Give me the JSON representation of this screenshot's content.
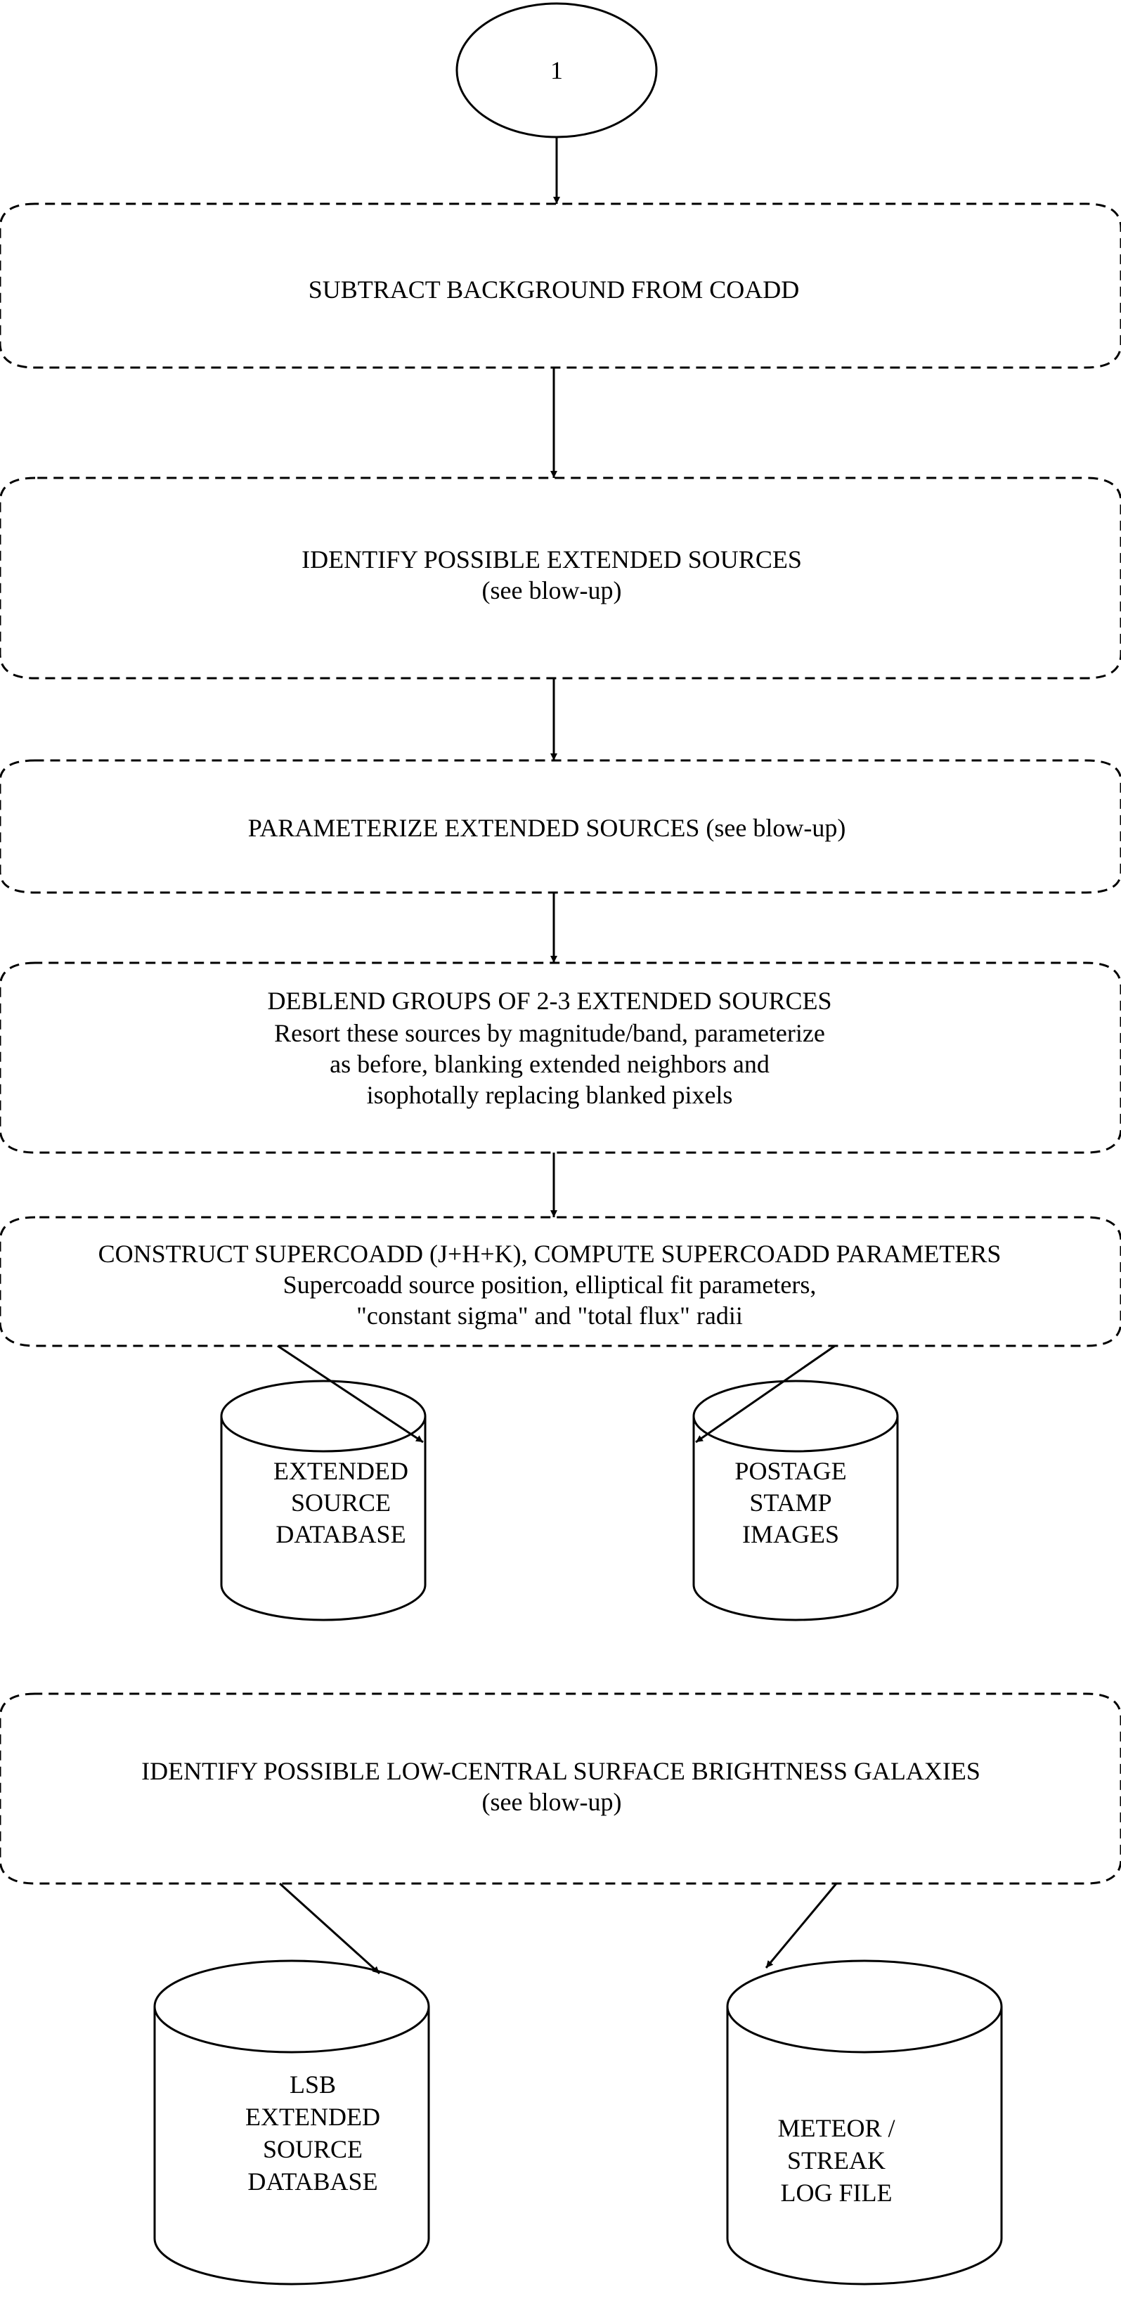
{
  "start_node": {
    "label": "1"
  },
  "process_boxes": [
    {
      "lines": [
        "SUBTRACT BACKGROUND FROM COADD"
      ]
    },
    {
      "lines": [
        "IDENTIFY POSSIBLE EXTENDED SOURCES",
        "(see blow-up)"
      ]
    },
    {
      "lines": [
        "PARAMETERIZE EXTENDED SOURCES  (see blow-up)"
      ]
    },
    {
      "lines": [
        "DEBLEND GROUPS OF 2-3 EXTENDED SOURCES",
        "Resort these sources by magnitude/band, parameterize",
        "as before, blanking extended neighbors and",
        "isophotally replacing blanked pixels"
      ]
    },
    {
      "lines": [
        "CONSTRUCT SUPERCOADD (J+H+K), COMPUTE SUPERCOADD PARAMETERS",
        "Supercoadd source position, elliptical fit parameters,",
        "\"constant sigma\" and \"total flux\" radii"
      ]
    },
    {
      "lines": [
        "IDENTIFY POSSIBLE LOW-CENTRAL SURFACE BRIGHTNESS GALAXIES",
        "(see blow-up)"
      ]
    }
  ],
  "data_stores": [
    {
      "lines": [
        "EXTENDED",
        "SOURCE",
        "DATABASE"
      ]
    },
    {
      "lines": [
        "POSTAGE",
        "STAMP",
        "IMAGES"
      ]
    },
    {
      "lines": [
        "LSB",
        "EXTENDED",
        "SOURCE",
        "DATABASE"
      ]
    },
    {
      "lines": [
        "METEOR /",
        "STREAK",
        "LOG FILE"
      ]
    }
  ]
}
